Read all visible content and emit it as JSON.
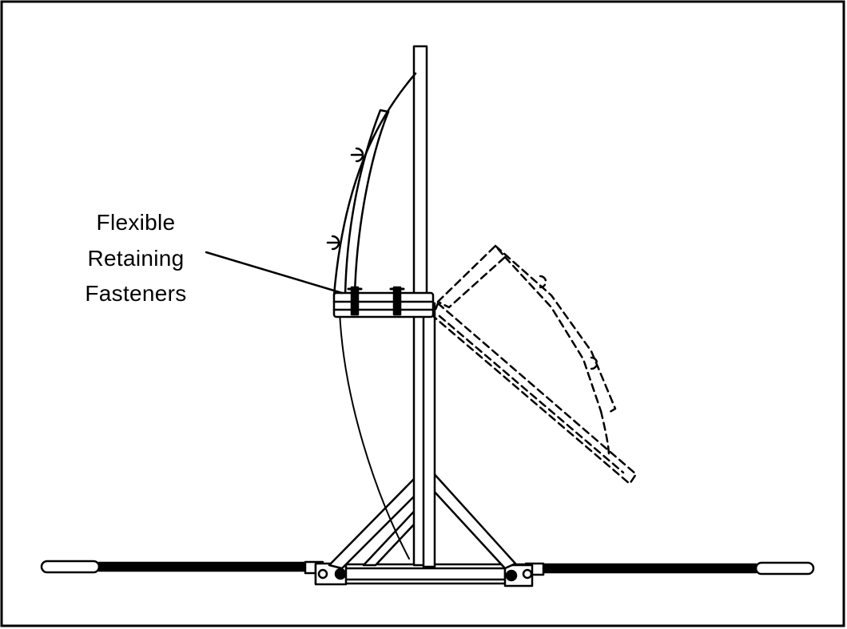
{
  "callout": {
    "line1": "Flexible",
    "line2": "Retaining",
    "line3": "Fasteners"
  },
  "colors": {
    "ink": "#000000",
    "paper": "#ffffff"
  }
}
